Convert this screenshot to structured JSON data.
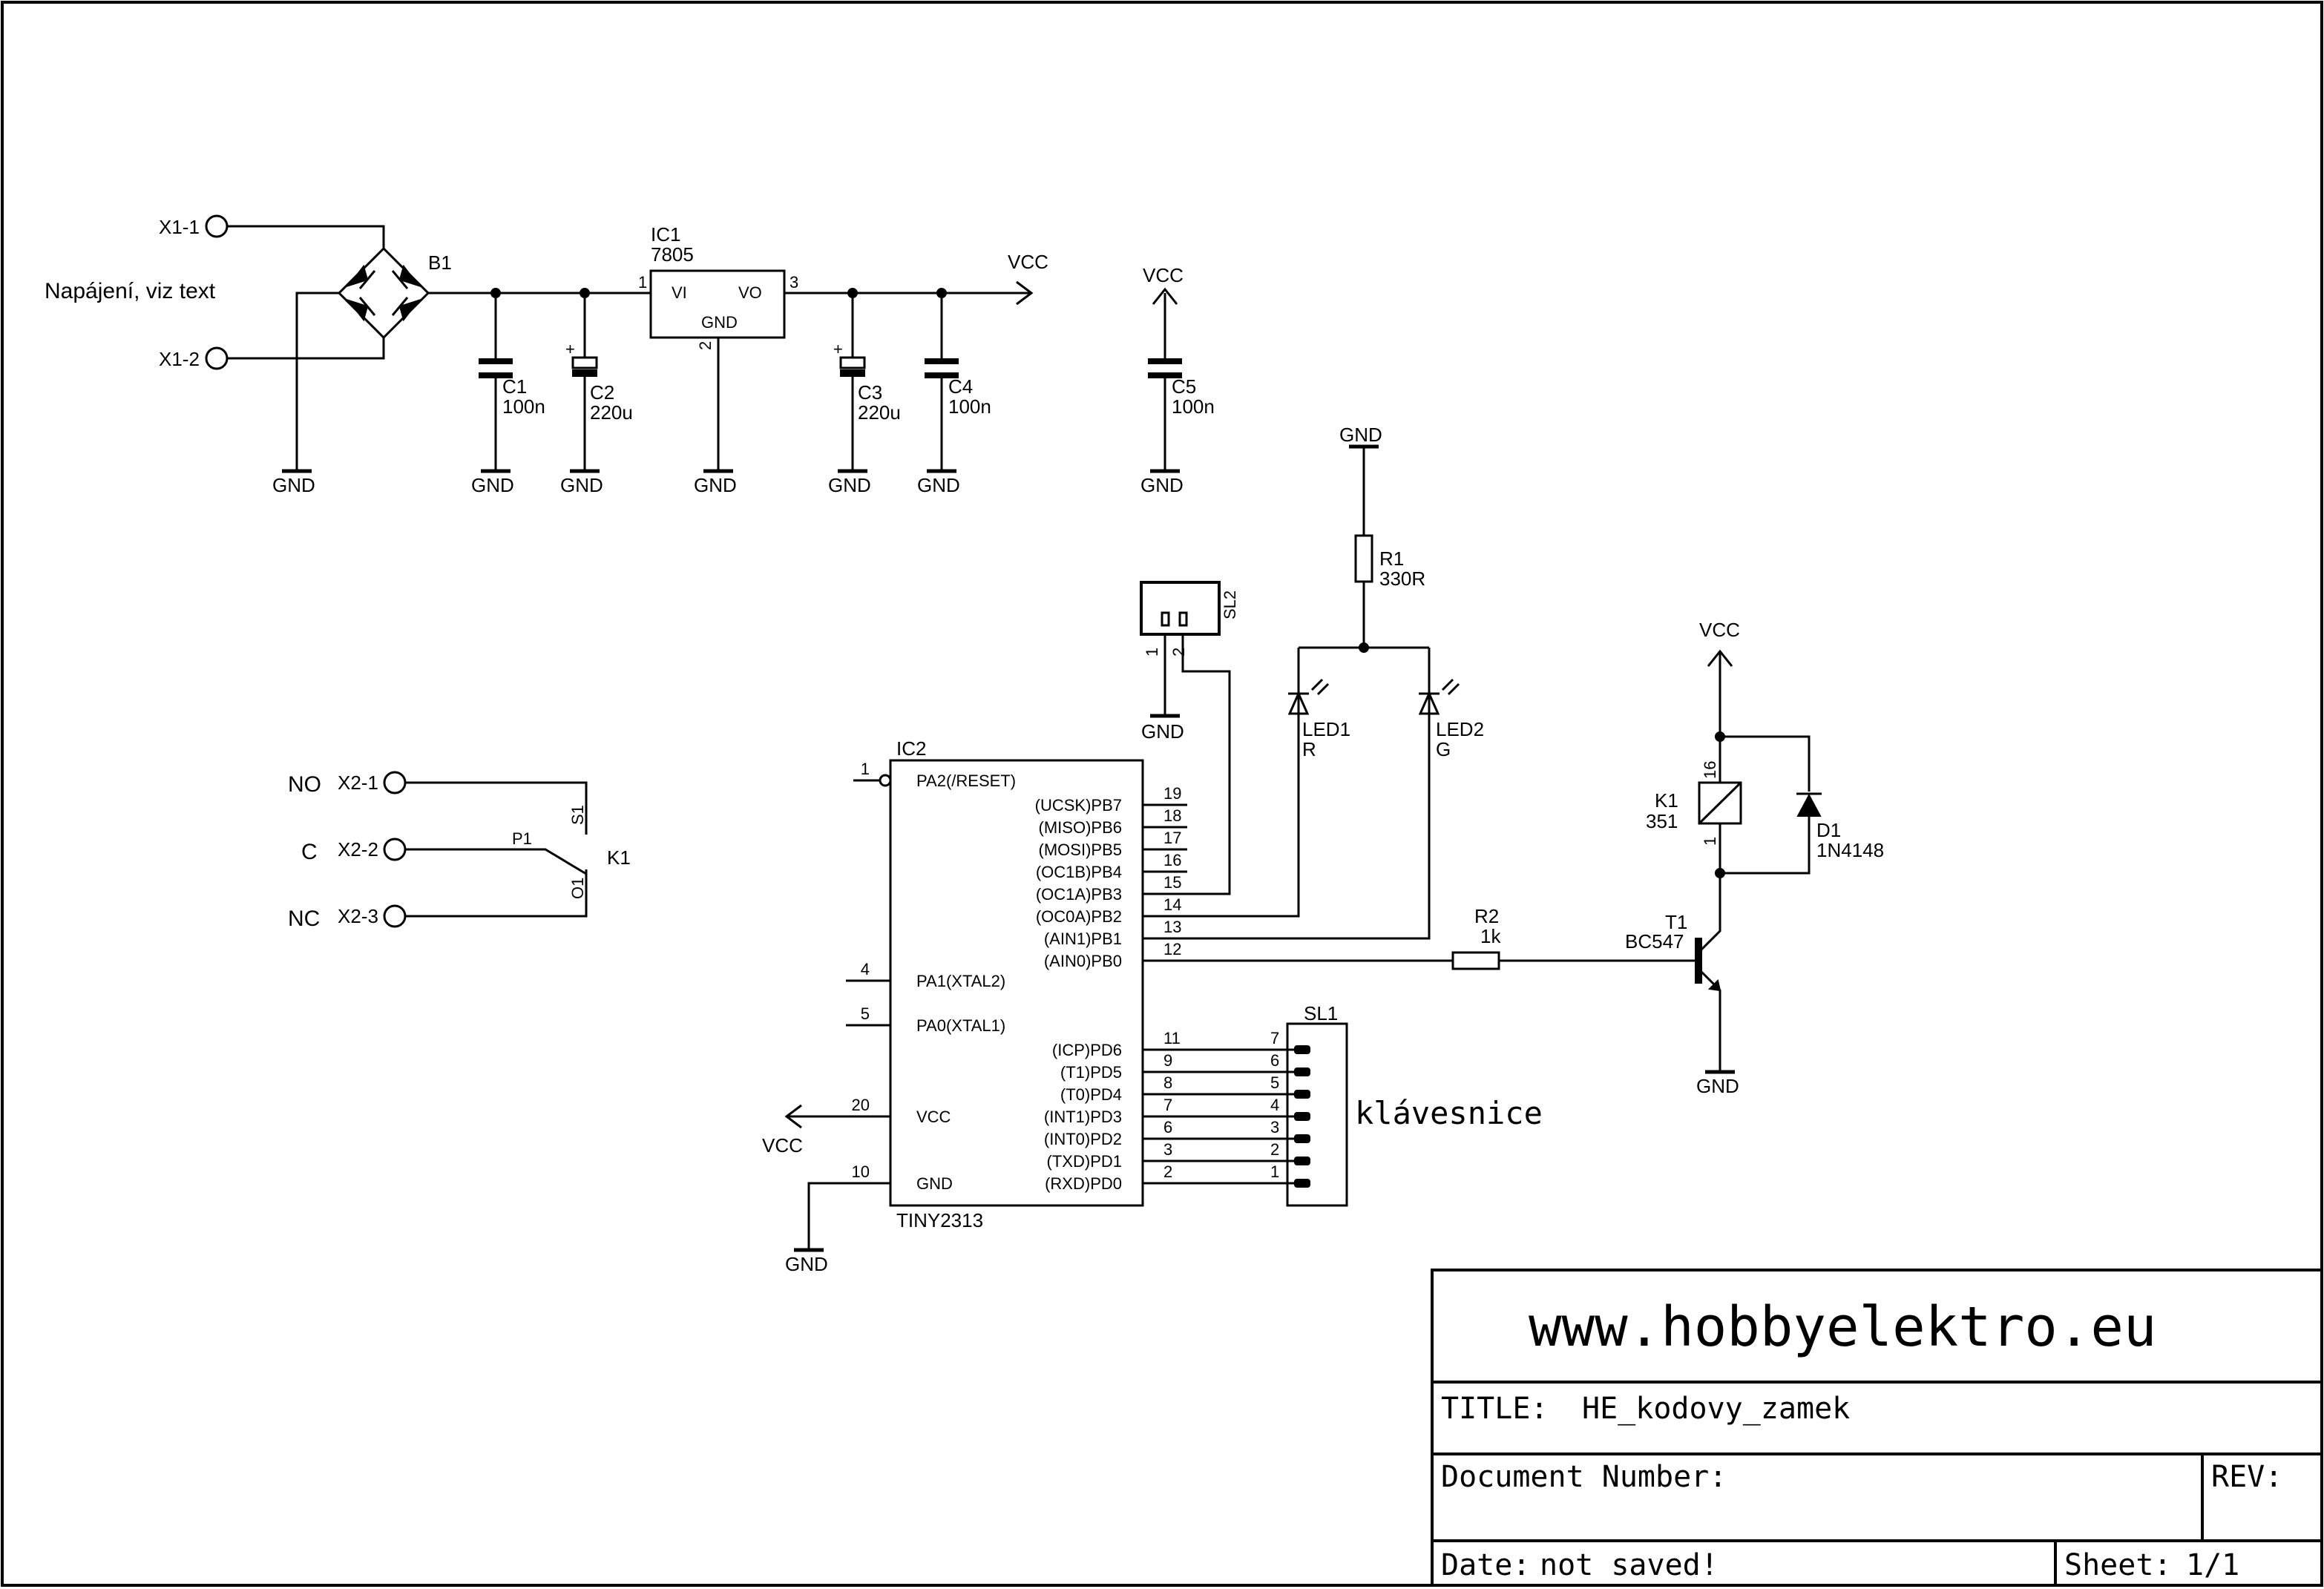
{
  "power": {
    "x1_1": "X1-1",
    "x1_2": "X1-2",
    "note": "Napájení, viz text",
    "b1": "B1",
    "ic1_name": "IC1",
    "ic1_value": "7805",
    "ic1_vi": "VI",
    "ic1_vo": "VO",
    "ic1_gnd": "GND",
    "ic1_pin1": "1",
    "ic1_pin2": "2",
    "ic1_pin3": "3",
    "c1_name": "C1",
    "c1_value": "100n",
    "c2_name": "C2",
    "c2_value": "220u",
    "c3_name": "C3",
    "c3_value": "220u",
    "c4_name": "C4",
    "c4_value": "100n",
    "c5_name": "C5",
    "c5_value": "100n",
    "vcc": "VCC",
    "gnd": "GND",
    "plus": "+"
  },
  "relay_out": {
    "no_label": "NO",
    "c_label": "C",
    "nc_label": "NC",
    "x2_1": "X2-1",
    "x2_2": "X2-2",
    "x2_3": "X2-3",
    "s1": "S1",
    "p1": "P1",
    "o1": "O1",
    "k1": "K1"
  },
  "mcu": {
    "name": "IC2",
    "value": "TINY2313",
    "left_pins": [
      {
        "num": "1",
        "name": "PA2(/RESET)"
      },
      {
        "num": "4",
        "name": "PA1(XTAL2)"
      },
      {
        "num": "5",
        "name": "PA0(XTAL1)"
      },
      {
        "num": "20",
        "name": "VCC"
      },
      {
        "num": "10",
        "name": "GND"
      }
    ],
    "right_pins": [
      {
        "num": "19",
        "name": "(UCSK)PB7"
      },
      {
        "num": "18",
        "name": "(MISO)PB6"
      },
      {
        "num": "17",
        "name": "(MOSI)PB5"
      },
      {
        "num": "16",
        "name": "(OC1B)PB4"
      },
      {
        "num": "15",
        "name": "(OC1A)PB3"
      },
      {
        "num": "14",
        "name": "(OC0A)PB2"
      },
      {
        "num": "13",
        "name": "(AIN1)PB1"
      },
      {
        "num": "12",
        "name": "(AIN0)PB0"
      },
      {
        "num": "11",
        "name": "(ICP)PD6"
      },
      {
        "num": "9",
        "name": "(T1)PD5"
      },
      {
        "num": "8",
        "name": "(T0)PD4"
      },
      {
        "num": "7",
        "name": "(INT1)PD3"
      },
      {
        "num": "6",
        "name": "(INT0)PD2"
      },
      {
        "num": "3",
        "name": "(TXD)PD1"
      },
      {
        "num": "2",
        "name": "(RXD)PD0"
      }
    ]
  },
  "sl1": {
    "name": "SL1",
    "pins": [
      "7",
      "6",
      "5",
      "4",
      "3",
      "2",
      "1"
    ],
    "caption": "klávesnice"
  },
  "sl2": {
    "name": "SL2",
    "pin1": "1",
    "pin2": "2"
  },
  "indicators": {
    "r1_name": "R1",
    "r1_value": "330R",
    "led1_name": "LED1",
    "led1_value": "R",
    "led2_name": "LED2",
    "led2_value": "G"
  },
  "driver": {
    "r2_name": "R2",
    "r2_value": "1k",
    "t1_name": "T1",
    "t1_value": "BC547",
    "k1_name": "K1",
    "k1_value": "351",
    "k1_pin16": "16",
    "k1_pin1": "1",
    "d1_name": "D1",
    "d1_value": "1N4148"
  },
  "title_block": {
    "website": "www.hobbyelektro.eu",
    "title_label": "TITLE:",
    "title_value": "HE_kodovy_zamek",
    "doc_label": "Document Number:",
    "rev_label": "REV:",
    "date_label": "Date:",
    "date_value": "not saved!",
    "sheet_label": "Sheet:",
    "sheet_value": "1/1"
  }
}
